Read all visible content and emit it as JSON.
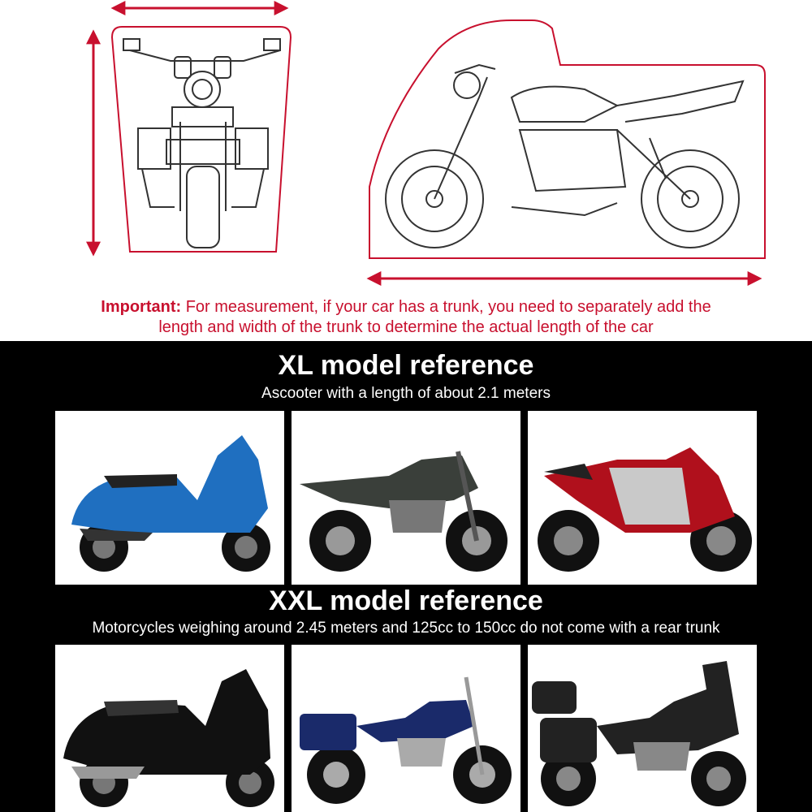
{
  "diagram": {
    "front_view": "motorcycle-front-view-line-drawing",
    "side_view": "motorcycle-side-view-line-drawing",
    "accent_color": "#c8102e"
  },
  "note": {
    "label": "Important:",
    "line1": "For measurement, if your car has a trunk, you need to separately add the",
    "line2": "length and width of the trunk to determine the actual length of the car"
  },
  "xl": {
    "title": "XL model reference",
    "subtitle": "Ascooter with a length of about 2.1 meters",
    "photos": [
      {
        "icon": "blue-scooter-photo",
        "color": "#1f6fc0"
      },
      {
        "icon": "dark-motorcycle-photo",
        "color": "#3a3f3a"
      },
      {
        "icon": "red-sportbike-photo",
        "color": "#b0101c"
      }
    ]
  },
  "xxl": {
    "title": "XXL model reference",
    "subtitle": "Motorcycles weighing around 2.45 meters and 125cc to 150cc do not come with a rear trunk",
    "photos": [
      {
        "icon": "black-maxi-scooter-photo",
        "color": "#111111"
      },
      {
        "icon": "cruiser-motorcycle-photo",
        "color": "#1a2a6a"
      },
      {
        "icon": "touring-motorcycle-photo",
        "color": "#222222"
      }
    ]
  }
}
